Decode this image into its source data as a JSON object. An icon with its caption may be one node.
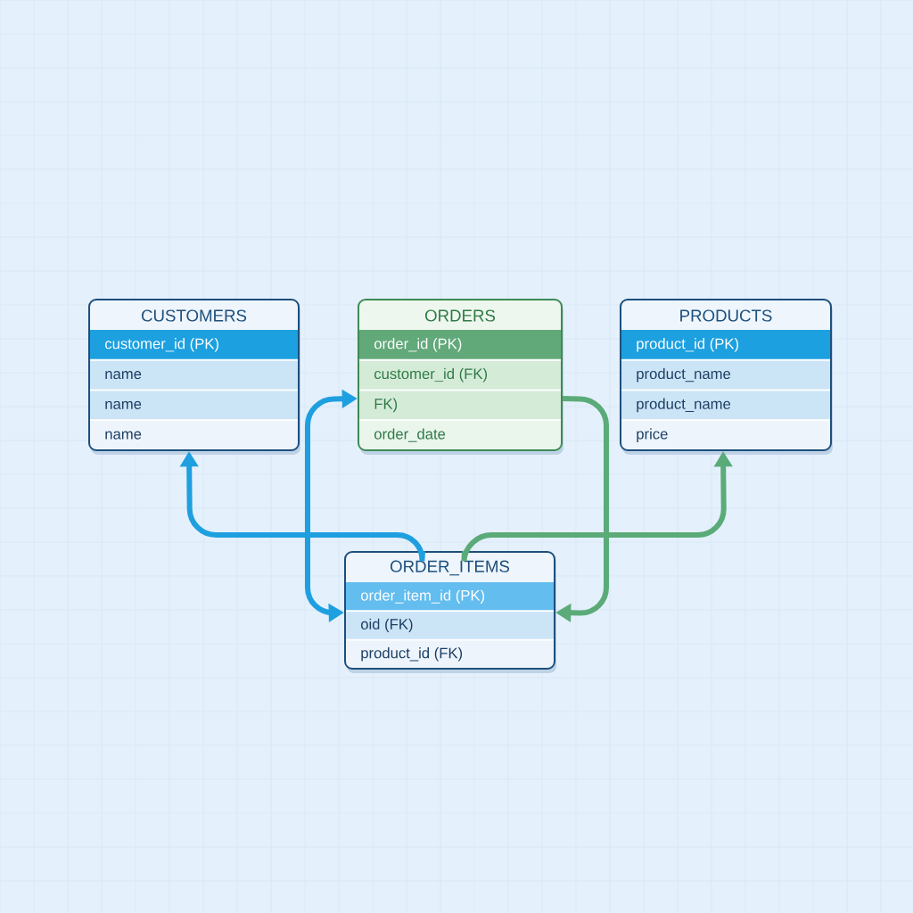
{
  "diagram": {
    "nodes": [
      {
        "text": [
          "CUSTOMERS",
          "customer_id (PK)",
          "name",
          "name",
          "name"
        ]
      },
      {
        "text": [
          "ORDERS",
          "order_id (PK)",
          "customer_id (FK)",
          "FK)",
          "order_date"
        ]
      },
      {
        "text": [
          "PRODUCTS",
          "product_id (PK)",
          "product_name",
          "product_name",
          "price"
        ]
      },
      {
        "text": [
          "ORDER_ITEMS",
          "order_item_id (PK)",
          "oid (FK)",
          "product_id (FK)"
        ]
      }
    ],
    "edges": [
      {
        "from": 3,
        "to": 0,
        "arrow": "to",
        "color": "#1e9fe0"
      },
      {
        "from": 1,
        "to": 3,
        "arrow": "both",
        "color": "#1e9fe0"
      },
      {
        "from": 1,
        "to": 3,
        "arrow": "to",
        "color": "#5aab78"
      },
      {
        "from": 3,
        "to": 2,
        "arrow": "to",
        "color": "#5aab78"
      }
    ]
  }
}
